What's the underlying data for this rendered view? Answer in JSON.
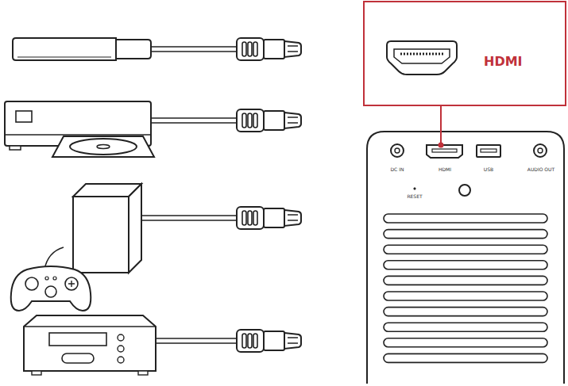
{
  "diagram": {
    "nodes": [
      {
        "text": [
          "HDMI"
        ]
      }
    ],
    "labels": [
      "DC IN",
      "HDMI",
      "USB",
      "AUDIO OUT",
      "RESET"
    ]
  }
}
